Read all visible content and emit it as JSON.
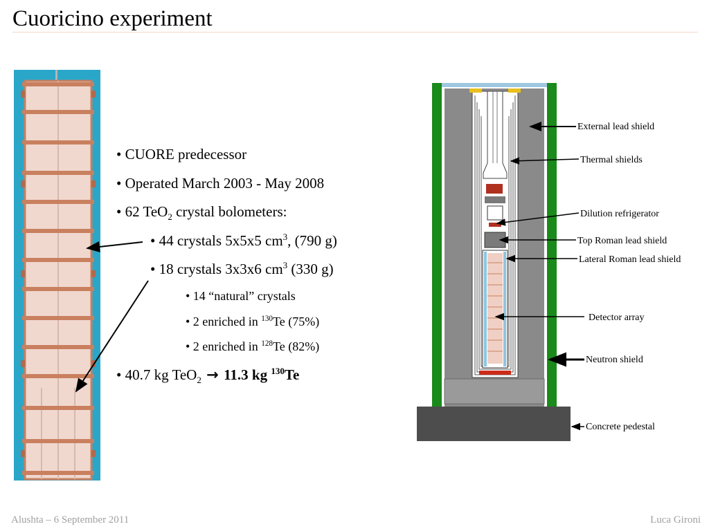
{
  "slide": {
    "title": "Cuoricino experiment",
    "footer_left": "Alushta – 6 September 2011",
    "footer_right": "Luca Gironi"
  },
  "bullets": {
    "b1": "• CUORE predecessor",
    "b2": "• Operated March 2003 - May 2008",
    "b3": {
      "pre": "• 62 TeO",
      "sub": "2",
      "post": " crystal bolometers:"
    },
    "b3a": {
      "pre": "• 44 crystals 5x5x5 cm",
      "sup": "3",
      "post": ", (790 g)"
    },
    "b3b": {
      "pre": "• 18 crystals 3x3x6 cm",
      "sup": "3",
      "post": " (330 g)"
    },
    "b3b1": "• 14 “natural” crystals",
    "b3b2": {
      "pre": "• 2 enriched in ",
      "sup": "130",
      "post": "Te (75%)"
    },
    "b3b3": {
      "pre": "• 2 enriched in ",
      "sup": "128",
      "post": "Te (82%)"
    },
    "b4": {
      "pre": "• 40.7 kg TeO",
      "sub": "2",
      "arrow": " → ",
      "bold_pre": "11.3 kg ",
      "bold_sup": "130",
      "bold_post": "Te"
    }
  },
  "diagram": {
    "labels": {
      "external_lead": "External lead shield",
      "thermal": "Thermal shields",
      "dilution": "Dilution refrigerator",
      "top_roman": "Top Roman lead shield",
      "lateral_roman": "Lateral Roman lead shield",
      "detector": "Detector array",
      "neutron": "Neutron shield",
      "pedestal": "Concrete pedestal"
    }
  },
  "colors": {
    "crystal_photo_bg": "#2aa6c9",
    "copper": "#c9805f",
    "crystal": "#f0d8cf",
    "neutron_shield": "#1a8a1a",
    "lead": "#8a8a8a",
    "pedestal": "#4d4d4d"
  }
}
